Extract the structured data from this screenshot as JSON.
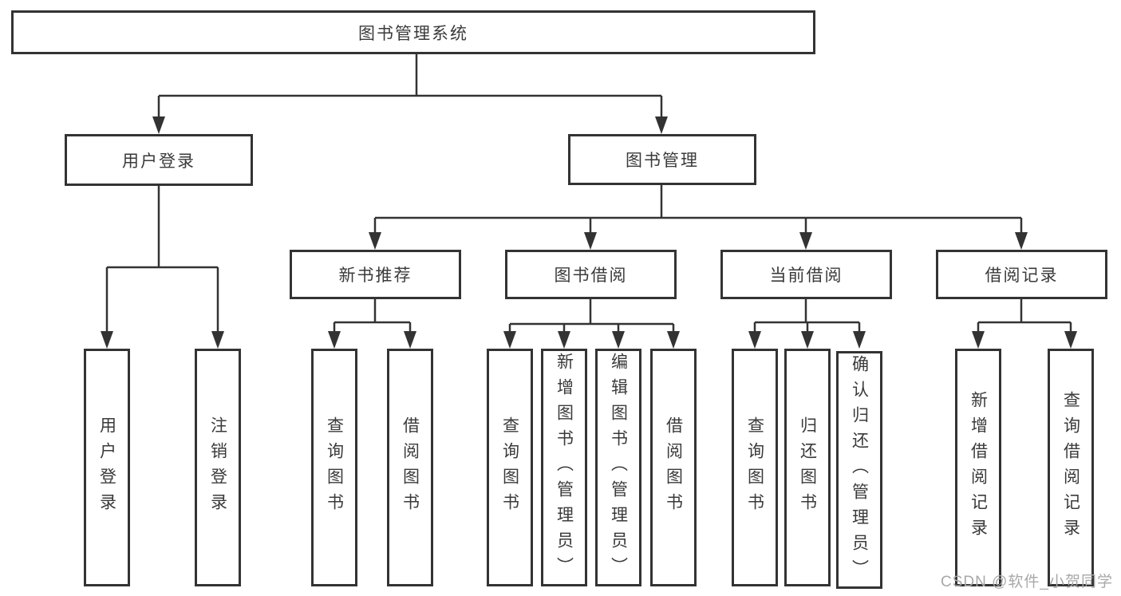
{
  "diagram": {
    "root": {
      "label": "图书管理系统"
    },
    "branches": [
      {
        "label": "用户登录",
        "children": [
          {
            "label": "用户登录"
          },
          {
            "label": "注销登录"
          }
        ]
      },
      {
        "label": "图书管理",
        "children": [
          {
            "label": "新书推荐",
            "children": [
              {
                "label": "查询图书"
              },
              {
                "label": "借阅图书"
              }
            ]
          },
          {
            "label": "图书借阅",
            "children": [
              {
                "label": "查询图书"
              },
              {
                "label": "新增图书（管理员）"
              },
              {
                "label": "编辑图书（管理员）"
              },
              {
                "label": "借阅图书"
              }
            ]
          },
          {
            "label": "当前借阅",
            "children": [
              {
                "label": "查询图书"
              },
              {
                "label": "归还图书"
              },
              {
                "label": "确认归还（管理员）"
              }
            ]
          },
          {
            "label": "借阅记录",
            "children": [
              {
                "label": "新增借阅记录"
              },
              {
                "label": "查询借阅记录"
              }
            ]
          }
        ]
      }
    ]
  },
  "watermark": {
    "text": "CSDN @软件_小贺同学"
  },
  "colors": {
    "line": "#333333",
    "text": "#3a3a3a",
    "watermark": "#a8a8a8",
    "background": "#ffffff"
  }
}
